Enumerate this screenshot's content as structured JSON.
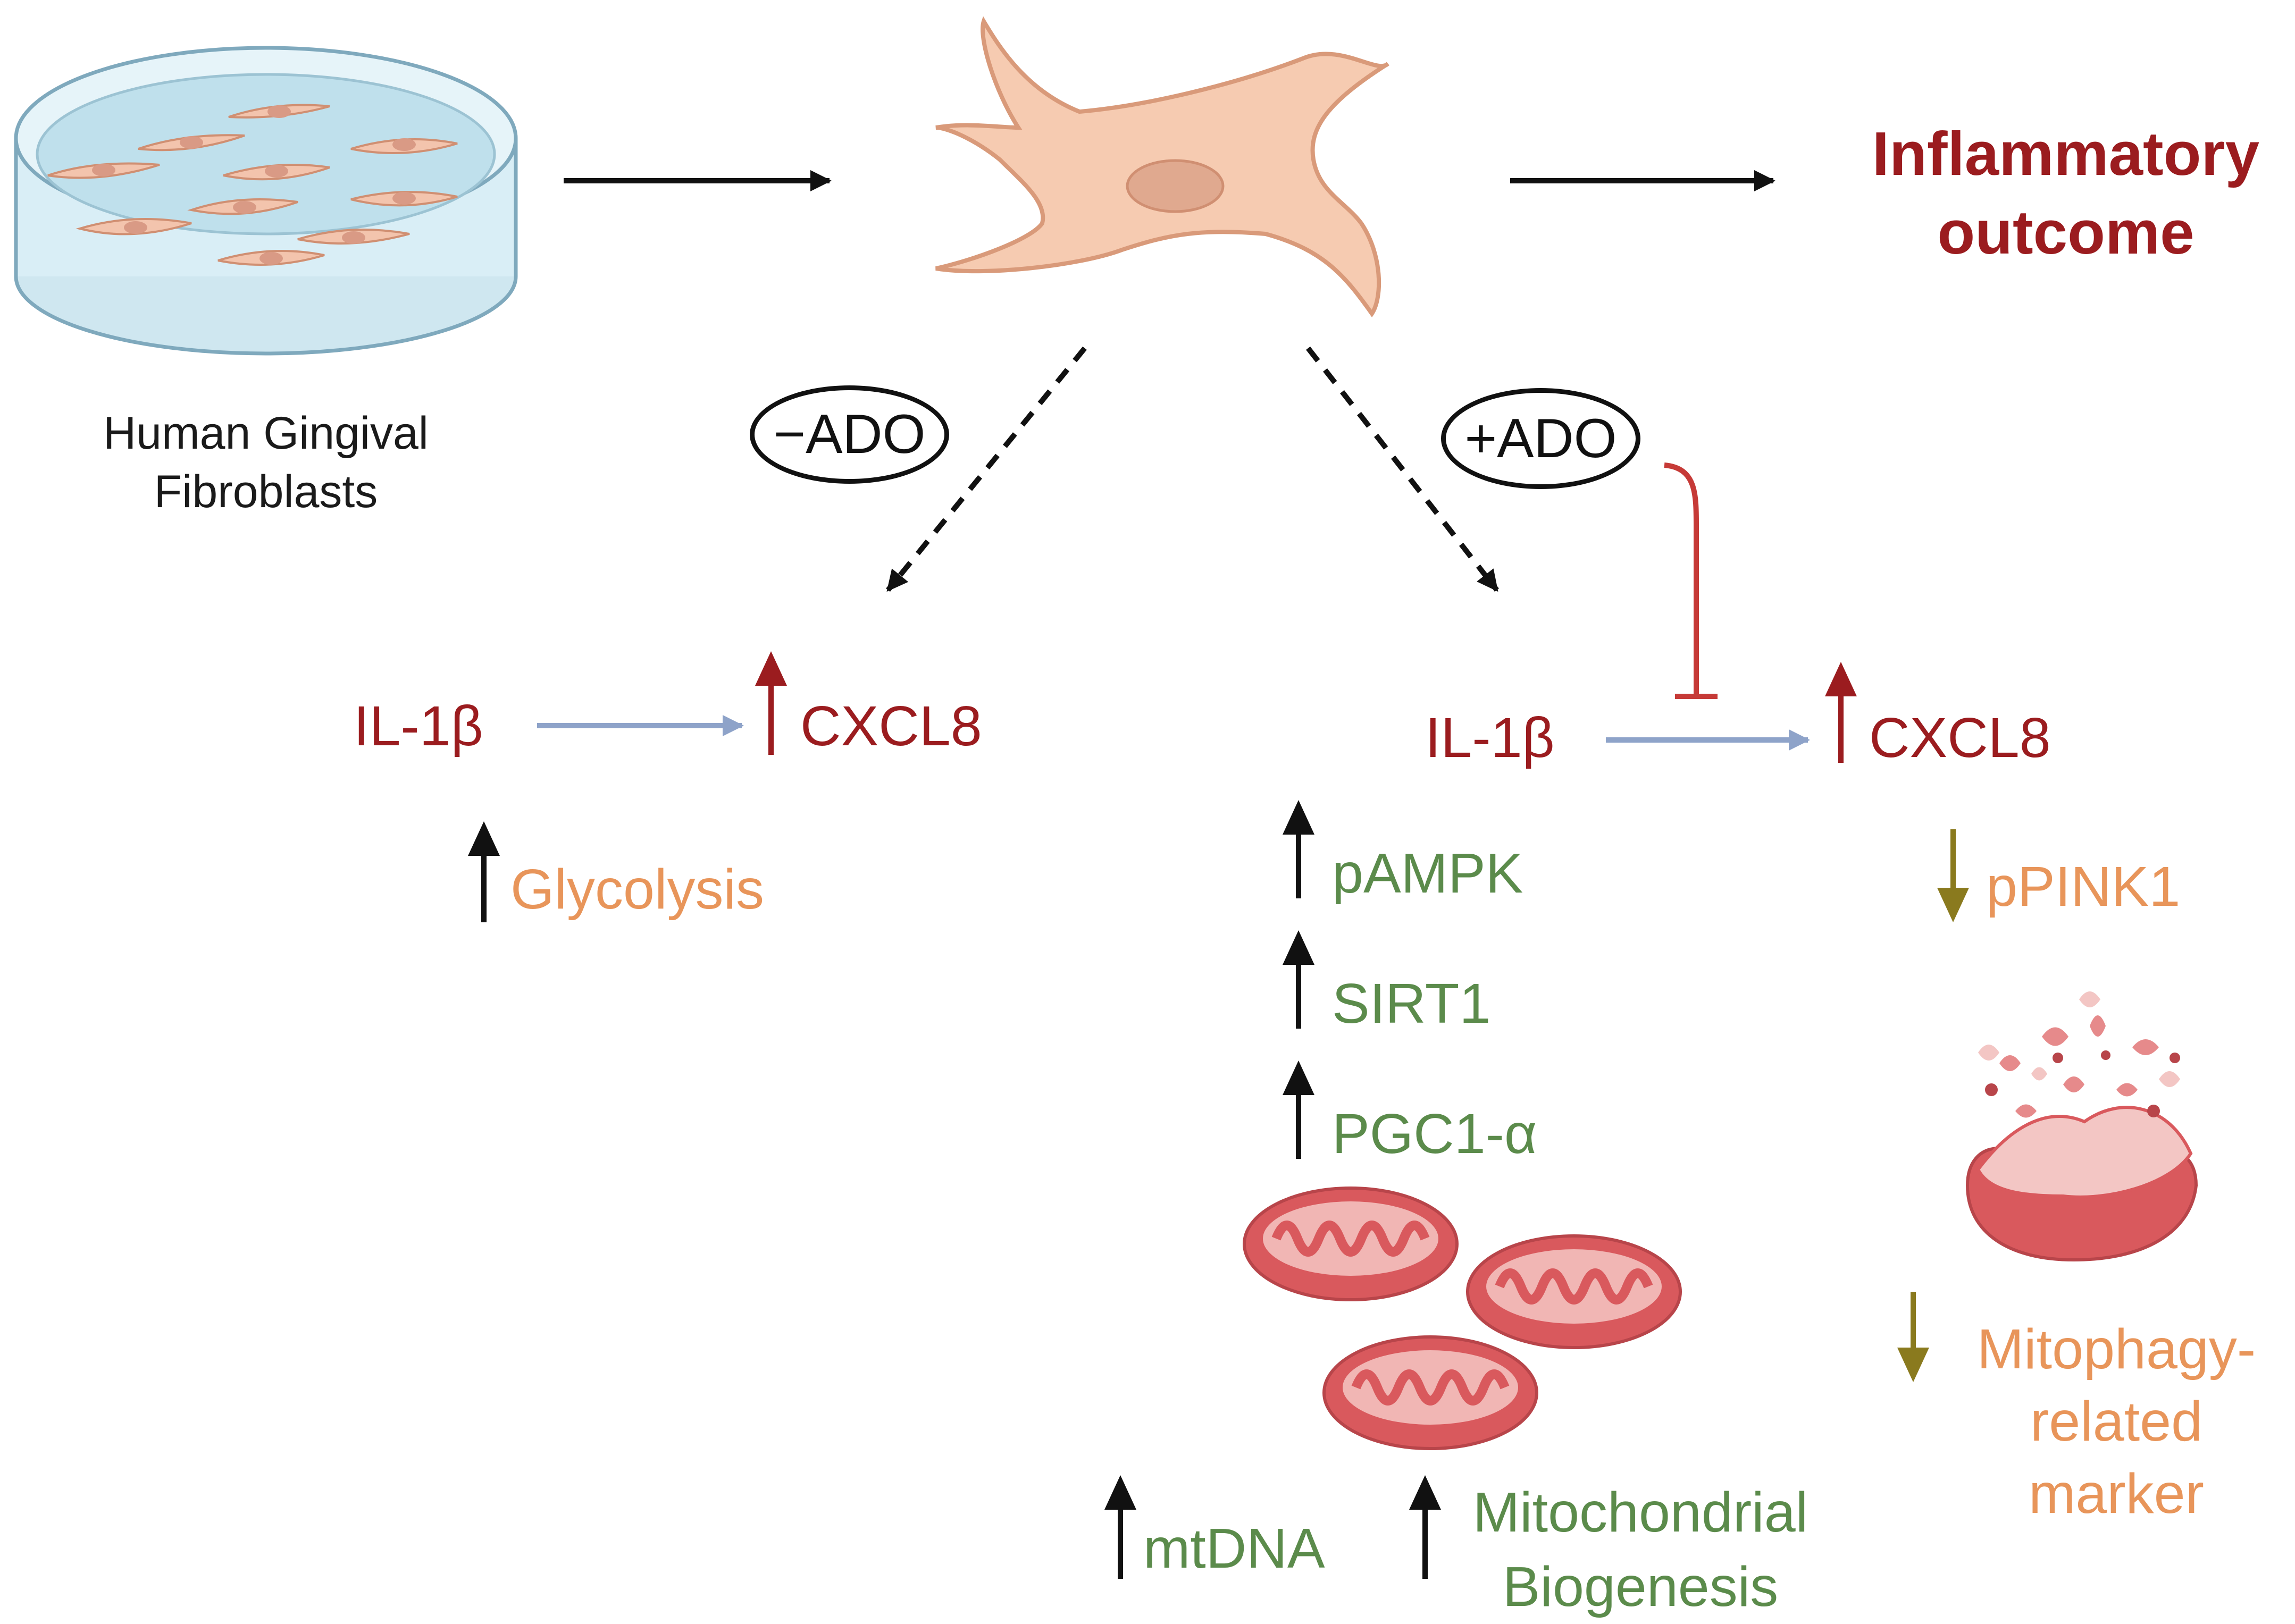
{
  "source_label": "Human Gingival Fibroblasts",
  "source_label_lines": [
    "Human Gingival",
    "Fibroblasts"
  ],
  "outcome_lines": [
    "Inflammatory",
    "outcome"
  ],
  "conditions": {
    "minus": "−ADO",
    "plus": "+ADO"
  },
  "left_branch": {
    "cytokine": "IL-1β",
    "chemokine": "CXCL8",
    "metabolism": "Glycolysis"
  },
  "right_branch": {
    "cytokine": "IL-1β",
    "chemokine": "CXCL8",
    "upregulated": [
      "pAMPK",
      "SIRT1",
      "PGC1-α"
    ],
    "bottom_markers": {
      "mtdna": "mtDNA",
      "biogenesis_lines": [
        "Mitochondrial",
        "Biogenesis"
      ]
    },
    "downregulated": "pPINK1",
    "mitophagy_lines": [
      "Mitophagy-",
      "related",
      "marker"
    ]
  },
  "colors": {
    "cytokine_red": "#9b1c1f",
    "green_pathway": "#5b8b4b",
    "orange_metabolic": "#e8955a",
    "down_arrow_olive": "#8a7a1e",
    "cytokine_link_blue": "#8ea3c9",
    "inhibition_red": "#c63a37",
    "cell_fill": "#f6cbb1",
    "cell_outline": "#d99a7a",
    "mito_red": "#d9595d"
  },
  "icons": [
    "petri-dish-icon",
    "fibroblast-cell-icon",
    "mitochondria-cluster-icon",
    "damaged-mitochondrion-icon"
  ]
}
